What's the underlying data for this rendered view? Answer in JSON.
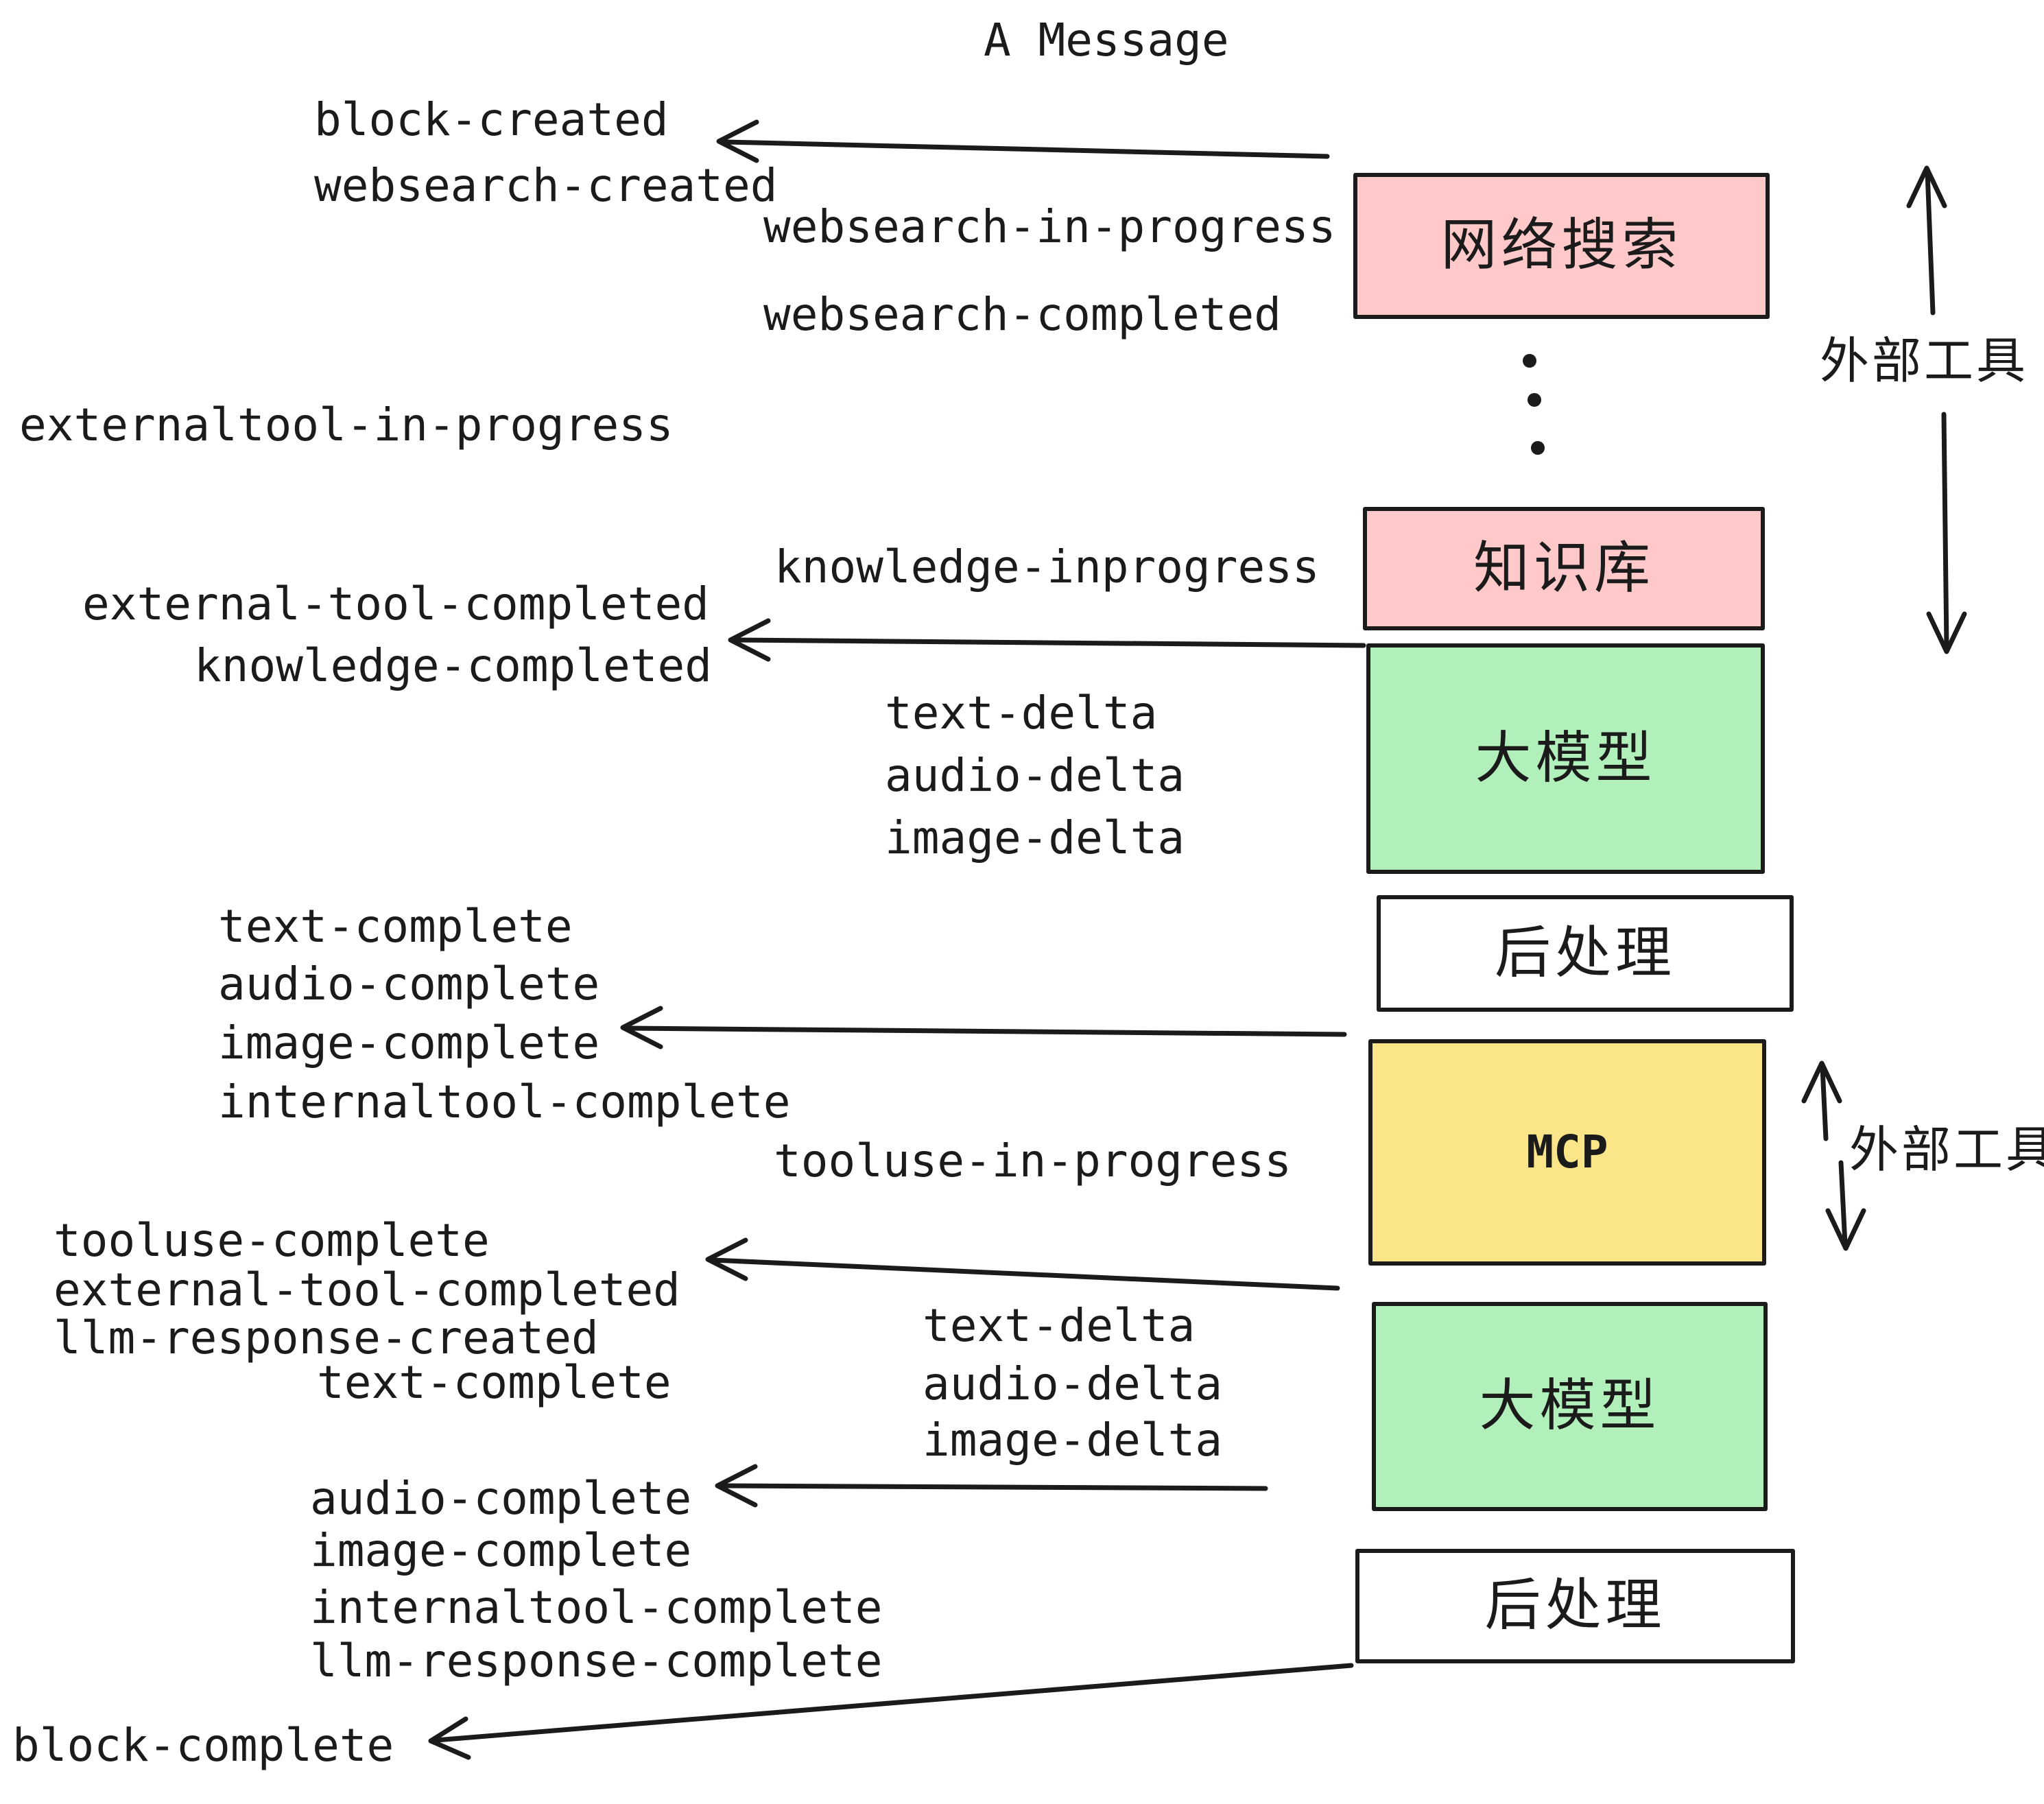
{
  "title": "A Message",
  "colors": {
    "pink": "#FFC9C9",
    "green": "#B2F0BB",
    "yellow": "#FAE588",
    "white": "#FFFFFF",
    "ink": "#1B1B1B"
  },
  "boxes": {
    "websearch": "网络搜索",
    "knowledge": "知识库",
    "llm": "大模型",
    "postprocess": "后处理",
    "mcp": "MCP"
  },
  "side_labels": {
    "external_tools": "外部工具"
  },
  "events": {
    "block_created": "block-created",
    "websearch_created": "websearch-created",
    "websearch_in_progress": "websearch-in-progress",
    "websearch_completed": "websearch-completed",
    "externaltool_in_progress": "externaltool-in-progress",
    "knowledge_inprogress": "knowledge-inprogress",
    "external_tool_completed": "external-tool-completed",
    "knowledge_completed": "knowledge-completed",
    "text_delta": "text-delta",
    "audio_delta": "audio-delta",
    "image_delta": "image-delta",
    "text_complete": "text-complete",
    "audio_complete": "audio-complete",
    "image_complete": "image-complete",
    "internaltool_complete": "internaltool-complete",
    "tooluse_in_progress": "tooluse-in-progress",
    "tooluse_complete": "tooluse-complete",
    "llm_response_created": "llm-response-created",
    "llm_response_complete": "llm-response-complete",
    "block_complete": "block-complete"
  }
}
